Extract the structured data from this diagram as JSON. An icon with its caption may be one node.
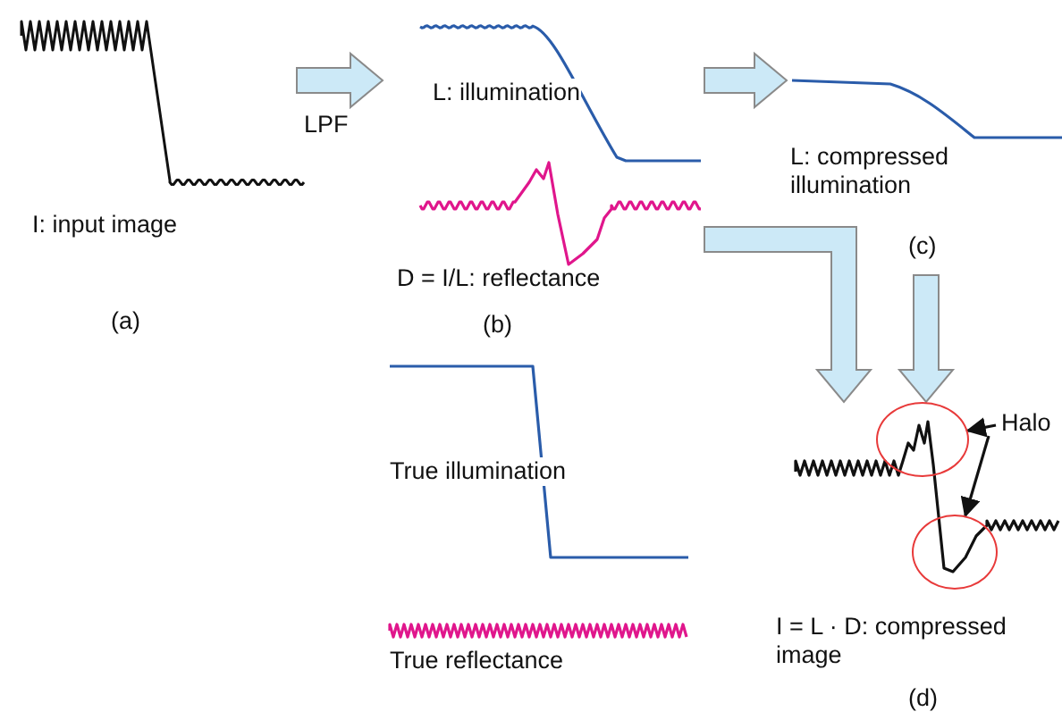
{
  "diagram": {
    "nodes": [
      {
        "text": [
          "I: input image"
        ],
        "beside": [
          "(a)"
        ]
      },
      {
        "text": [
          "L: illumination"
        ]
      },
      {
        "text": [
          "D = I/L: reflectance"
        ],
        "beside": [
          "(b)"
        ]
      },
      {
        "text": [
          "L: compressed illumination"
        ],
        "beside": [
          "(c)"
        ]
      },
      {
        "text": [
          "I = L · D: compressed image"
        ],
        "beside": [
          "(d)"
        ]
      },
      {
        "text": [
          "True illumination"
        ]
      },
      {
        "text": [
          "True reflectance"
        ]
      },
      {
        "text": [
          "Halo"
        ],
        "in": 4
      },
      {
        "text": [],
        "shape": "circle",
        "in": 4
      },
      {
        "text": [],
        "shape": "circle",
        "in": 4
      }
    ],
    "edges": [
      {
        "from": 0,
        "to": 1,
        "arrow": "to",
        "label": "LPF",
        "style": "thick"
      },
      {
        "from": 1,
        "to": 3,
        "arrow": "to",
        "style": "thick"
      },
      {
        "from": 2,
        "to": 4,
        "arrow": "to",
        "style": "thick"
      },
      {
        "from": 3,
        "to": 4,
        "arrow": "to",
        "style": "thick"
      },
      {
        "from": 7,
        "to": 8,
        "arrow": "to"
      },
      {
        "from": 7,
        "to": 9,
        "arrow": "to"
      }
    ]
  }
}
